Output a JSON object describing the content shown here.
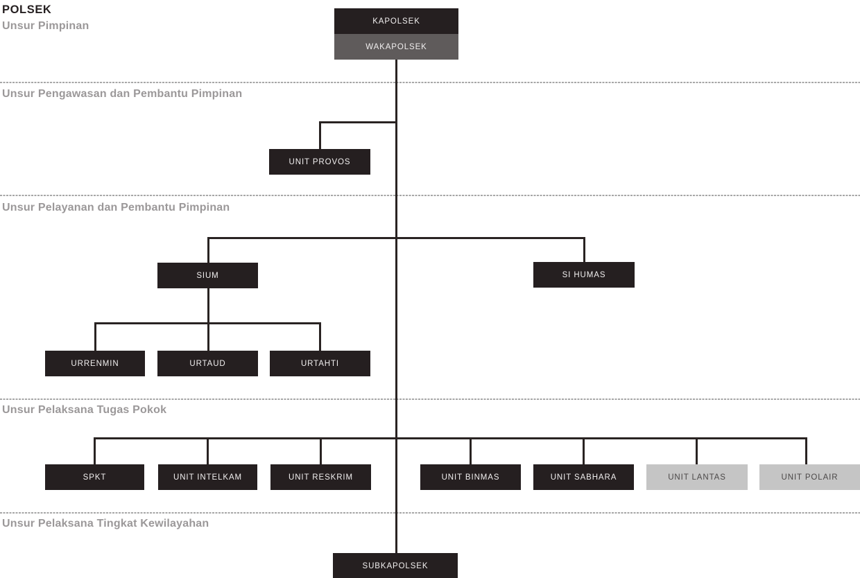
{
  "title": "POLSEK",
  "sections": {
    "pimpinan": {
      "label": "Unsur Pimpinan"
    },
    "pengawasan": {
      "label": "Unsur Pengawasan dan Pembantu Pimpinan"
    },
    "pelayanan": {
      "label": "Unsur Pelayanan dan Pembantu Pimpinan"
    },
    "pelaksana_tugas": {
      "label": "Unsur Pelaksana Tugas Pokok"
    },
    "kewilayahan": {
      "label": "Unsur Pelaksana Tingkat Kewilayahan"
    }
  },
  "nodes": {
    "kapolsek": {
      "label": "KAPOLSEK",
      "variant": "dark"
    },
    "wakapolsek": {
      "label": "WAKAPOLSEK",
      "variant": "medium"
    },
    "unit_provos": {
      "label": "UNIT PROVOS",
      "variant": "dark"
    },
    "sium": {
      "label": "SIUM",
      "variant": "dark"
    },
    "si_humas": {
      "label": "SI HUMAS",
      "variant": "dark"
    },
    "urrenmin": {
      "label": "URRENMIN",
      "variant": "dark"
    },
    "urtaud": {
      "label": "URTAUD",
      "variant": "dark"
    },
    "urtahti": {
      "label": "URTAHTI",
      "variant": "dark"
    },
    "spkt": {
      "label": "SPKT",
      "variant": "dark"
    },
    "unit_intelkam": {
      "label": "UNIT INTELKAM",
      "variant": "dark"
    },
    "unit_reskrim": {
      "label": "UNIT RESKRIM",
      "variant": "dark"
    },
    "unit_binmas": {
      "label": "UNIT BINMAS",
      "variant": "dark"
    },
    "unit_sabhara": {
      "label": "UNIT SABHARA",
      "variant": "dark"
    },
    "unit_lantas": {
      "label": "UNIT LANTAS",
      "variant": "light"
    },
    "unit_polair": {
      "label": "UNIT POLAIR",
      "variant": "light"
    },
    "subkapolsek": {
      "label": "SUBKAPOLSEK",
      "variant": "dark"
    }
  },
  "colors": {
    "box_dark": "#251f20",
    "box_medium_gray": "#5f5b5b",
    "box_light_gray": "#c5c5c5",
    "connector_line": "#292322",
    "section_label_gray": "#9b9899",
    "title_dark": "#262021",
    "divider_dash_gray": "#a6a6a6",
    "text_on_dark": "#f1efef",
    "text_on_light": "#4b4848",
    "background": "#ffffff"
  }
}
